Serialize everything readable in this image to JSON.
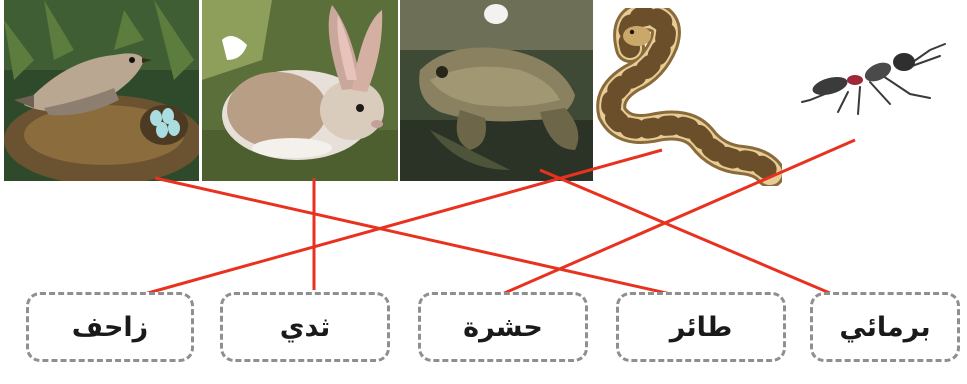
{
  "images": [
    {
      "id": "bird",
      "icon": "bird-on-nest-photo"
    },
    {
      "id": "rabbit",
      "icon": "rabbit-photo"
    },
    {
      "id": "frog",
      "icon": "frog-photo"
    },
    {
      "id": "snake",
      "icon": "snake-drawing"
    },
    {
      "id": "ant",
      "icon": "ant-drawing"
    }
  ],
  "labels": {
    "reptile": "زاحف",
    "mammal": "ثدي",
    "insect": "حشرة",
    "bird": "طائر",
    "amphibian": "برمائي"
  },
  "matches": [
    {
      "image": "bird",
      "label": "bird"
    },
    {
      "image": "rabbit",
      "label": "mammal"
    },
    {
      "image": "frog",
      "label": "amphibian"
    },
    {
      "image": "snake",
      "label": "reptile"
    },
    {
      "image": "ant",
      "label": "insect"
    }
  ],
  "colors": {
    "line": "#e8321f",
    "box_border": "#8f8f8f"
  }
}
